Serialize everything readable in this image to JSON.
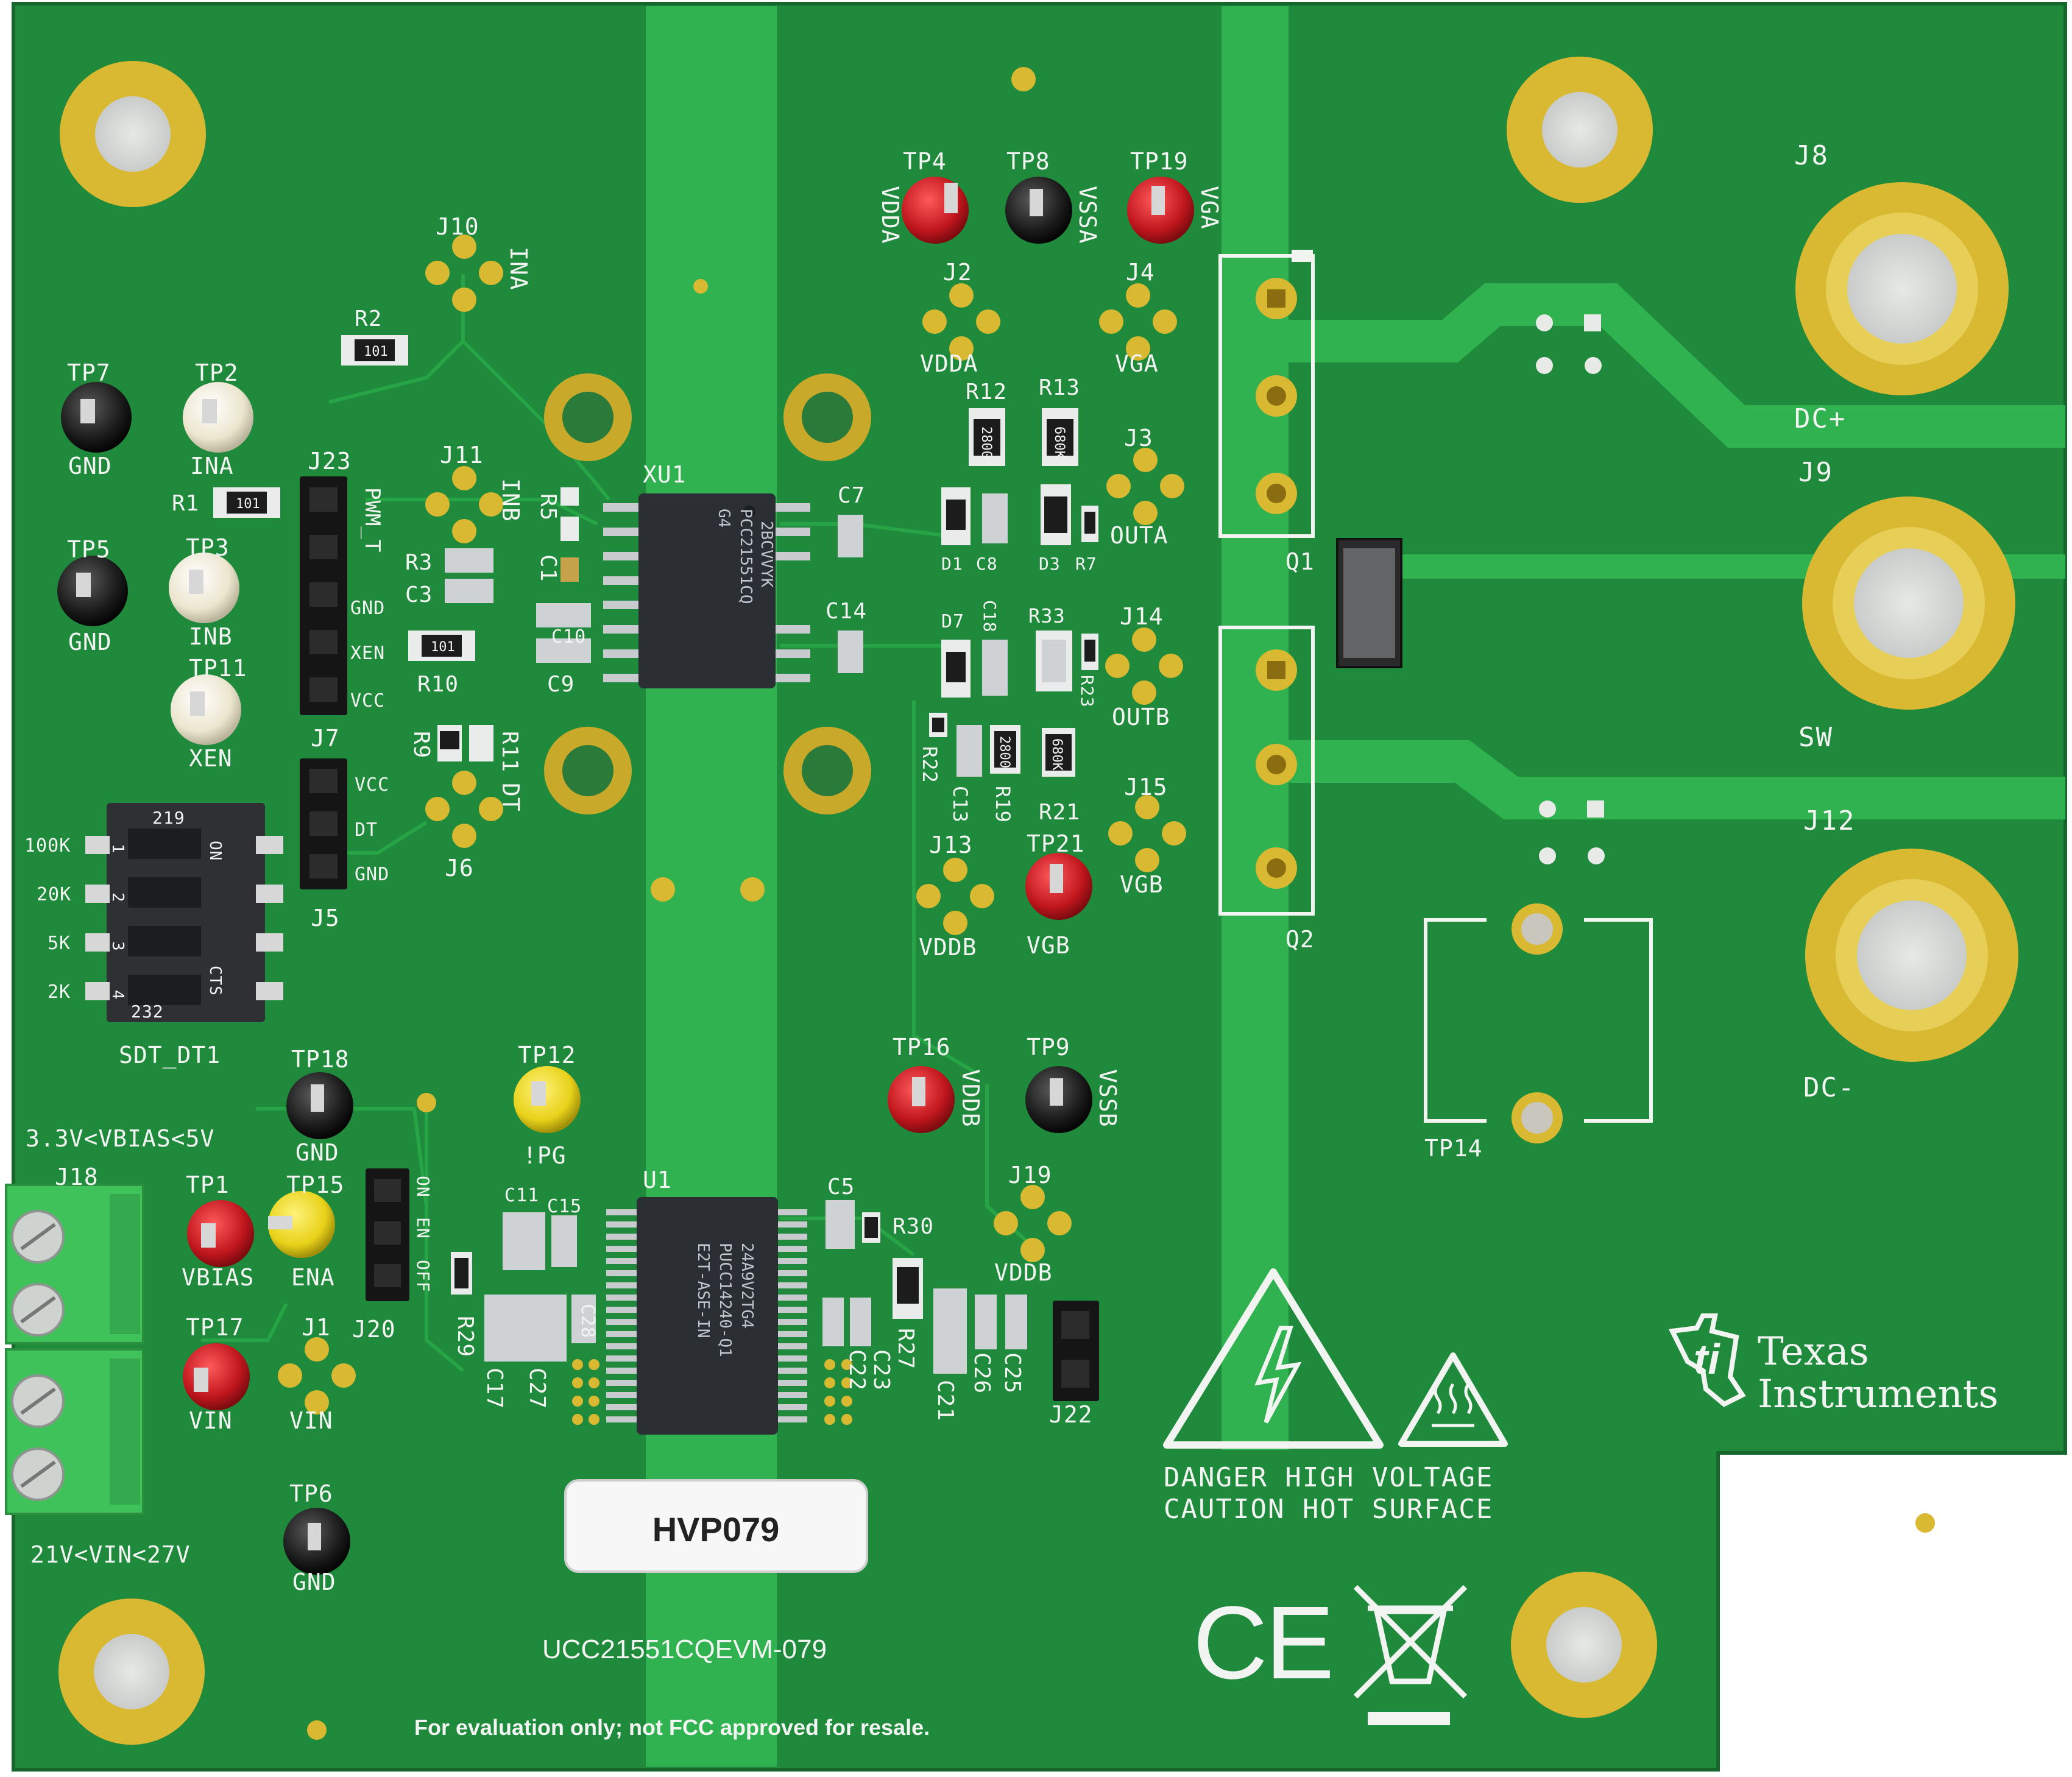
{
  "board": {
    "label_tag": "HVP079",
    "model_name": "UCC21551CQEVM-079",
    "disclaimer": "For evaluation only; not FCC approved for resale.",
    "vbias_range": "3.3V<VBIAS<5V",
    "vin_range": "21V<VIN<27V",
    "warning_line1": "DANGER HIGH VOLTAGE",
    "warning_line2": "CAUTION HOT SURFACE",
    "logo_line1": "Texas",
    "logo_line2": "Instruments",
    "ce_mark": "CE"
  },
  "colors": {
    "pcb_dark": "#1f8a3c",
    "pcb_light": "#2fb24f",
    "gold": "#d9b832",
    "silk": "#f2f4f2",
    "chip": "#2b2e33",
    "test_point_red": "#c0161d",
    "test_point_black": "#1b1b1b",
    "test_point_white": "#ece6cf",
    "test_point_yellow": "#e8d21a",
    "terminal_green": "#3fc25a"
  },
  "chips": {
    "xu1": {
      "ref": "XU1",
      "line1": "2BCVVYK",
      "line2": "PCC21551CQ",
      "line3": "G4"
    },
    "u1": {
      "ref": "U1",
      "line1": "24A9V2TG4",
      "line2": "PUCC14240-Q1",
      "line3": "E2T-ASE-IN"
    }
  },
  "test_points": [
    {
      "ref": "TP7",
      "net": "GND",
      "color": "black"
    },
    {
      "ref": "TP2",
      "net": "INA",
      "color": "white"
    },
    {
      "ref": "TP5",
      "net": "GND",
      "color": "black"
    },
    {
      "ref": "TP3",
      "net": "INB",
      "color": "white"
    },
    {
      "ref": "TP11",
      "net": "XEN",
      "color": "white"
    },
    {
      "ref": "TP4",
      "net": "VDDA",
      "color": "red"
    },
    {
      "ref": "TP8",
      "net": "VSSA",
      "color": "black"
    },
    {
      "ref": "TP19",
      "net": "VGA",
      "color": "red"
    },
    {
      "ref": "TP21",
      "net": "VGB",
      "color": "red"
    },
    {
      "ref": "TP16",
      "net": "VDDB",
      "color": "red"
    },
    {
      "ref": "TP9",
      "net": "VSSB",
      "color": "black"
    },
    {
      "ref": "TP18",
      "net": "GND",
      "color": "black"
    },
    {
      "ref": "TP12",
      "net": "!PG",
      "color": "yellow"
    },
    {
      "ref": "TP1",
      "net": "VBIAS",
      "color": "red"
    },
    {
      "ref": "TP15",
      "net": "ENA",
      "color": "yellow"
    },
    {
      "ref": "TP17",
      "net": "VIN",
      "color": "red"
    },
    {
      "ref": "TP6",
      "net": "GND",
      "color": "black"
    }
  ],
  "connectors": [
    {
      "ref": "J10",
      "net": "INA"
    },
    {
      "ref": "J11",
      "net": "INB"
    },
    {
      "ref": "J2",
      "net": "VDDA"
    },
    {
      "ref": "J4",
      "net": "VGA"
    },
    {
      "ref": "J3",
      "net": "OUTA"
    },
    {
      "ref": "J14",
      "net": "OUTB"
    },
    {
      "ref": "J15",
      "net": "VGB"
    },
    {
      "ref": "J13",
      "net": "VDDB"
    },
    {
      "ref": "J19",
      "net": "VDDB"
    },
    {
      "ref": "J6",
      "net": "DT"
    },
    {
      "ref": "J1",
      "net": "VIN"
    }
  ],
  "headers": {
    "j23": {
      "ref": "J23",
      "pins": [
        "PWM_T",
        "GND",
        "XEN",
        "VCC"
      ]
    },
    "j7": {
      "ref": "J7",
      "pins": [
        "VCC",
        "DT",
        "GND"
      ]
    },
    "j5": {
      "ref": "J5"
    },
    "j20": {
      "ref": "J20",
      "pins": [
        "ON",
        "EN",
        "OFF"
      ]
    },
    "j22": {
      "ref": "J22"
    }
  },
  "dip_switch": {
    "ref": "SDT_DT1",
    "top_code": "219",
    "bottom_code": "232",
    "on_label": "ON",
    "cts_label": "CTS",
    "numbers": [
      "1",
      "2",
      "3",
      "4"
    ],
    "values": [
      "100K",
      "20K",
      "5K",
      "2K"
    ]
  },
  "power": {
    "j8": {
      "ref": "J8",
      "net": "DC+"
    },
    "j9": {
      "ref": "J9",
      "net": "SW"
    },
    "j12": {
      "ref": "J12",
      "net": "DC-"
    },
    "j18": {
      "ref": "J18"
    },
    "tp14": {
      "ref": "TP14"
    },
    "q1": {
      "ref": "Q1"
    },
    "q2": {
      "ref": "Q2"
    }
  },
  "passives": {
    "r2": "R2",
    "r1": "R1",
    "r3": "R3",
    "c3": "C3",
    "r5": "R5",
    "c1": "C1",
    "r10": "R10",
    "c10": "C10",
    "c9": "C9",
    "r9": "R9",
    "r11": "R11",
    "c7": "C7",
    "c14": "C14",
    "r12": "R12",
    "r13": "R13",
    "d1": "D1",
    "c8": "C8",
    "d3": "D3",
    "r7": "R7",
    "d7": "D7",
    "c18": "C18",
    "r33": "R33",
    "r23": "R23",
    "r22": "R22",
    "c13": "C13",
    "r19": "R19",
    "r21": "R21",
    "c11": "C11",
    "c15": "C15",
    "c5": "C5",
    "r30": "R30",
    "r29": "R29",
    "c17": "C17",
    "c27": "C27",
    "c28": "C28",
    "c22": "C22",
    "c23": "C23",
    "r27": "R27",
    "c21": "C21",
    "c26": "C26",
    "c25": "C25",
    "r2_code": "101",
    "r1_code": "101",
    "r10_code": "101",
    "r12_code": "2800",
    "r13_code": "680K",
    "r19_code": "2800",
    "r21_code": "680K"
  }
}
